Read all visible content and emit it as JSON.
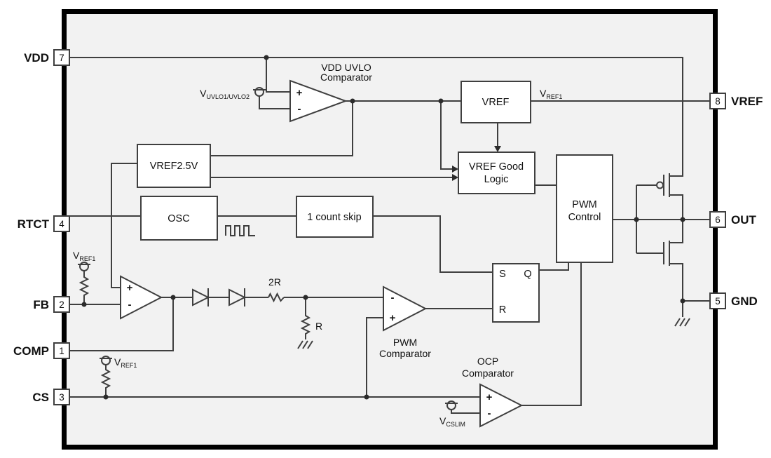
{
  "diagram": {
    "colors": {
      "wire": "#3f3f3f",
      "chip_fill": "#f2f2f2",
      "chip_border": "#000000",
      "box_fill": "#ffffff",
      "text": "#111111"
    },
    "pins": {
      "vdd": {
        "number": "7",
        "label": "VDD"
      },
      "rtct": {
        "number": "4",
        "label": "RTCT"
      },
      "fb": {
        "number": "2",
        "label": "FB"
      },
      "comp": {
        "number": "1",
        "label": "COMP"
      },
      "cs": {
        "number": "3",
        "label": "CS"
      },
      "vref": {
        "number": "8",
        "label": "VREF"
      },
      "out": {
        "number": "6",
        "label": "OUT"
      },
      "gnd": {
        "number": "5",
        "label": "GND"
      }
    },
    "blocks": {
      "vref25": {
        "label": "VREF2.5V"
      },
      "osc": {
        "label": "OSC"
      },
      "count_skip": {
        "label": "1 count skip"
      },
      "vref": {
        "label": "VREF"
      },
      "vref_good": {
        "line1": "VREF Good",
        "line2": "Logic"
      },
      "pwm_control": {
        "line1": "PWM",
        "line2": "Control"
      },
      "latch": {
        "s": "S",
        "q": "Q",
        "r": "R"
      }
    },
    "comparators": {
      "uvlo": {
        "line1": "VDD UVLO",
        "line2": "Comparator",
        "plus": "+",
        "minus": "-"
      },
      "pwm": {
        "line1": "PWM",
        "line2": "Comparator",
        "plus": "+",
        "minus": "-"
      },
      "ocp": {
        "line1": "OCP",
        "line2": "Comparator",
        "plus": "+",
        "minus": "-"
      },
      "error_amp": {
        "plus": "+",
        "minus": "-"
      }
    },
    "labels": {
      "v_uvlo": {
        "base": "V",
        "sub": "UVLO1/UVLO2"
      },
      "v_ref1_line": {
        "base": "V",
        "sub": "REF1"
      },
      "v_ref1_fb": {
        "base": "V",
        "sub": "REF1"
      },
      "v_ref1_cs": {
        "base": "V",
        "sub": "REF1"
      },
      "v_cslim": {
        "base": "V",
        "sub": "CSLIM"
      },
      "r2": "2R",
      "r": "R"
    }
  }
}
